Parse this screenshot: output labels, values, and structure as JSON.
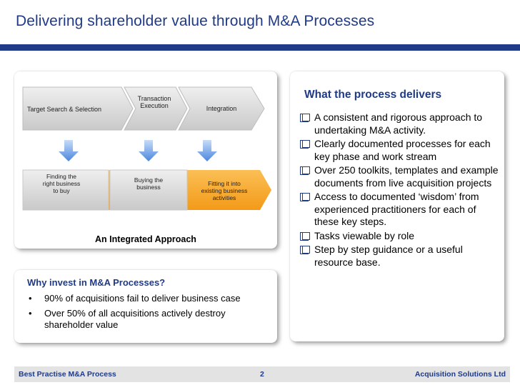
{
  "title": "Delivering shareholder value through M&A Processes",
  "diagram": {
    "phases": [
      "Target Search & Selection",
      "Transaction Execution",
      "Integration"
    ],
    "outcomes": [
      "Finding the right business to buy",
      "Buying the business",
      "Fitting it into existing business activities"
    ],
    "caption": "An Integrated Approach"
  },
  "invest": {
    "heading": "Why invest in M&A Processes?",
    "items": [
      "90% of acquisitions fail to deliver business case",
      "Over 50% of all acquisitions actively destroy shareholder value"
    ]
  },
  "benefits": {
    "heading": "What the process delivers",
    "items": [
      "A consistent and rigorous approach to undertaking M&A activity.",
      "Clearly documented processes for each key phase and work stream",
      "Over 250 toolkits, templates and example documents from live acquisition projects",
      "Access to documented ‘wisdom’ from experienced practitioners for each of these key steps.",
      "Tasks viewable by role",
      "Step by step guidance or a useful resource base."
    ]
  },
  "footer": {
    "left": "Best Practise M&A Process",
    "page": "2",
    "right": "Acquisition Solutions Ltd"
  },
  "colors": {
    "brand": "#1f3a87",
    "orange": "#f7a01d",
    "grey": "#d9d9d9"
  }
}
